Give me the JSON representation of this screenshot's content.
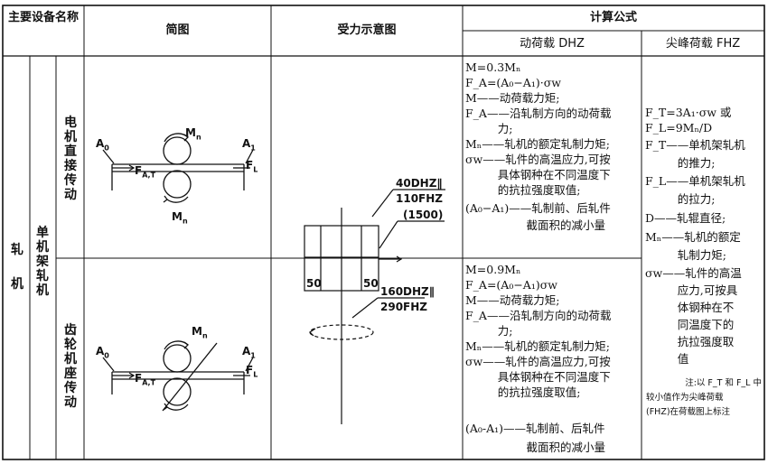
{
  "headers": {
    "equipment": "主要设备名称",
    "sketch": "简图",
    "force": "受力示意图",
    "formula": "计算公式",
    "dynamic": "动荷载 DHZ",
    "peak": "尖峰荷载 FHZ"
  },
  "row_group": "轧机",
  "row_sub": "单机架轧机",
  "row1_label": "电机直接传动",
  "row2_label": "齿轮机座传动",
  "sketch_labels": {
    "mn": "M",
    "mn_sub": "n",
    "a0": "A",
    "a0_sub": "0",
    "a1": "A",
    "a1_sub": "1",
    "fat": "F",
    "fat_sub": "A,T",
    "fl": "F",
    "fl_sub": "L"
  },
  "force_labels": {
    "top_dhz": "40DHZ∥",
    "top_fhz": "110FHZ",
    "top_paren": "(1500)",
    "bot_dhz": "160DHZ∥",
    "bot_fhz": "290FHZ",
    "dim_left": "50",
    "dim_right": "50"
  },
  "dyn1": [
    "M=0.3Mₙ",
    "F_A=(A₀−A₁)·σw",
    "M——动荷载力矩;",
    "F_A——沿轧制方向的动荷载",
    "         力;",
    "Mₙ——轧机的额定轧制力矩;",
    "σw——轧件的高温应力,可按",
    "         具体钢种在不同温度下",
    "         的抗拉强度取值;",
    "(A₀−A₁)——轧制前、后轧件",
    "                 截面积的减小量"
  ],
  "dyn2": [
    "M=0.9Mₙ",
    "F_A=(A₀−A₁)σw",
    "M——动荷载力矩;",
    "F_A——沿轧制方向的动荷载",
    "         力;",
    "Mₙ——轧机的额定轧制力矩;",
    "σw——轧件的高温应力,可按",
    "         具体钢种在不同温度下",
    "         的抗拉强度取值;",
    "(A₀-A₁)——轧制前、后轧件",
    "                 截面积的减小量"
  ],
  "peak": [
    "F_T=3A₁·σw 或",
    "F_L=9Mₙ/D",
    "F_T——单机架轧机",
    "         的推力;",
    "F_L——单机架轧机",
    "         的拉力;",
    "D——轧辊直径;",
    "Mₙ——轧机的额定",
    "         轧制力矩;",
    "σw——轧件的高温",
    "         应力,可按具",
    "         体钢种在不",
    "         同温度下的",
    "         抗拉强度取",
    "         值"
  ],
  "note": [
    "注:以 F_T 和 F_L 中",
    "较小值作为尖峰荷载",
    "(FHZ)在荷载图上标注"
  ]
}
